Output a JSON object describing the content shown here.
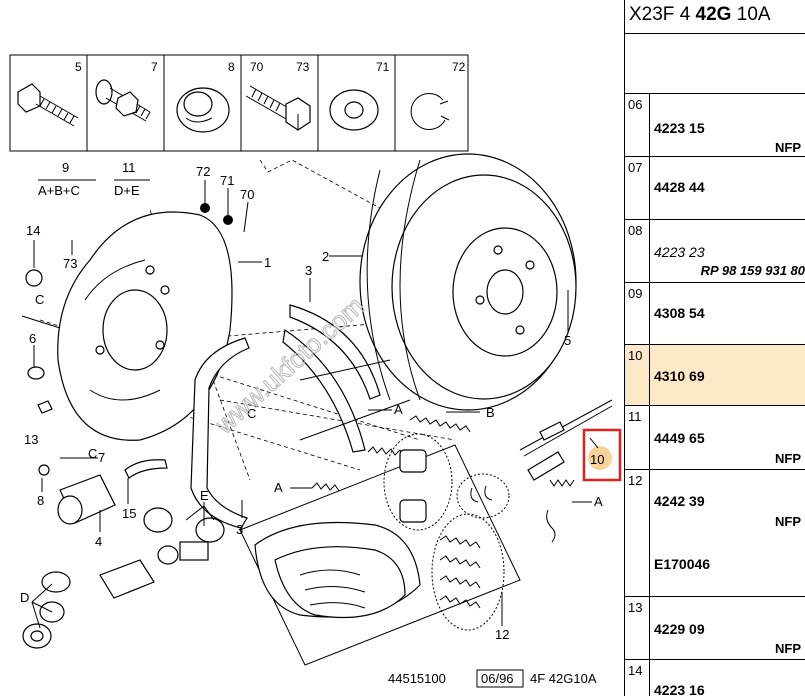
{
  "diagram": {
    "header_parts": [
      {
        "number": "5",
        "icon": "stud-bolt-icon"
      },
      {
        "number": "7",
        "icon": "bolt-nut-icon"
      },
      {
        "number": "8",
        "icon": "bleed-cap-icon"
      },
      {
        "number": "70",
        "icon": "hex-bolt-icon"
      },
      {
        "number": "73",
        "icon": "hex-bolt-icon"
      },
      {
        "number": "71",
        "icon": "washer-icon"
      },
      {
        "number": "72",
        "icon": "circlip-icon"
      }
    ],
    "kits": [
      {
        "number": "9",
        "contents": "A+B+C"
      },
      {
        "number": "11",
        "contents": "D+E"
      }
    ],
    "callouts": {
      "c1": "1",
      "c2": "2",
      "c3a": "3",
      "c3b": "3",
      "c4": "4",
      "c5": "5",
      "c6": "6",
      "c7": "7",
      "c8": "8",
      "c10": "10",
      "c12": "12",
      "c13": "13",
      "c14": "14",
      "c15": "15",
      "c70": "70",
      "c71": "71",
      "c72": "72",
      "c73": "73",
      "la1": "A",
      "la2": "A",
      "la3": "A",
      "lb": "B",
      "lc1": "C",
      "lc2": "C",
      "lc3": "C",
      "ld": "D",
      "le": "E"
    },
    "footer": {
      "ref": "44515100",
      "date": "06/96",
      "code": "4F 42G10A"
    },
    "watermark": "www.ukfoto.com",
    "highlight_color": "#e02020",
    "selected_badge_color": "#f7d39a"
  },
  "panel": {
    "header_prefix": "X23F 4 ",
    "header_bold": "42G",
    "header_suffix": " 10A",
    "selected_index": "10",
    "rows": [
      {
        "index": "06",
        "ref": "4223 15",
        "note": "NFP"
      },
      {
        "index": "07",
        "ref": "4428 44",
        "note": ""
      },
      {
        "index": "08",
        "ref": "4223 23",
        "sub": "RP 98 159 931 80",
        "note": ""
      },
      {
        "index": "09",
        "ref": "4308 54",
        "note": ""
      },
      {
        "index": "10",
        "ref": "4310 69",
        "note": ""
      },
      {
        "index": "11",
        "ref": "4449 65",
        "note": "NFP"
      },
      {
        "index": "12",
        "ref": "4242 39",
        "note": "NFP",
        "extra": "E170046"
      },
      {
        "index": "13",
        "ref": "4229 09",
        "note": "NFP"
      },
      {
        "index": "14",
        "ref": "4223 16",
        "note": ""
      }
    ]
  }
}
